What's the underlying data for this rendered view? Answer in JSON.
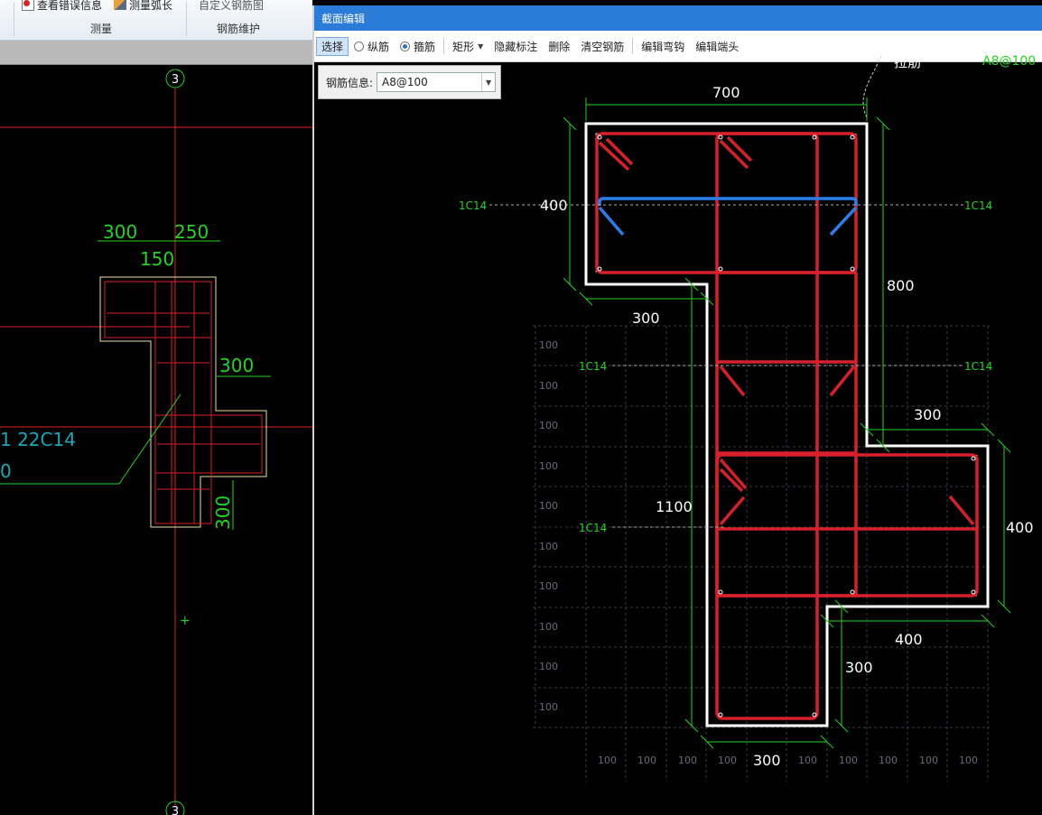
{
  "ribbon": {
    "btn_error_info": "查看错误信息",
    "btn_measure_arc": "测量弧长",
    "btn_custom": "自定义钢筋图",
    "group_measure": "测量",
    "group_rebar_maintain": "钢筋维护"
  },
  "left_canvas": {
    "axis_label": "3",
    "axis_label_bottom": "3",
    "dim_top_1": "300",
    "dim_top_2": "250",
    "dim_150": "150",
    "dim_right": "300",
    "dim_bottom_right": "300",
    "rebar_note": "1 22C14",
    "rebar_note_2": "0"
  },
  "dialog": {
    "title": "截面编辑",
    "toolbar": {
      "select": "选择",
      "longitudinal": "纵筋",
      "stirrup": "箍筋",
      "rectangle": "矩形",
      "hide_dims": "隐藏标注",
      "delete": "删除",
      "clear_rebar": "清空钢筋",
      "edit_hook": "编辑弯钩",
      "edit_end": "编辑端头"
    },
    "rebar_info_label": "钢筋信息:",
    "rebar_info_value": "A8@100",
    "canvas": {
      "note_top": "拉筋",
      "note_top_right": "A8@100",
      "dim_700": "700",
      "dim_400_left": "400",
      "dim_800": "800",
      "dim_300_a": "300",
      "dim_300_b": "300",
      "dim_1100": "1100",
      "dim_400_right": "400",
      "dim_400_bottom": "400",
      "dim_300_c": "300",
      "dim_300_d": "300",
      "rebar_left_1": "1C14",
      "rebar_right_1": "1C14",
      "rebar_left_2": "1C14",
      "rebar_right_2": "1C14",
      "rebar_left_3": "1C14",
      "grid_label": "100"
    }
  },
  "colors": {
    "titlebar": "#2b7bd9",
    "rebar_red": "#d8202a",
    "rebar_blue": "#2a7ee8",
    "dim_green": "#22d422",
    "outline_white": "#ffffff"
  }
}
